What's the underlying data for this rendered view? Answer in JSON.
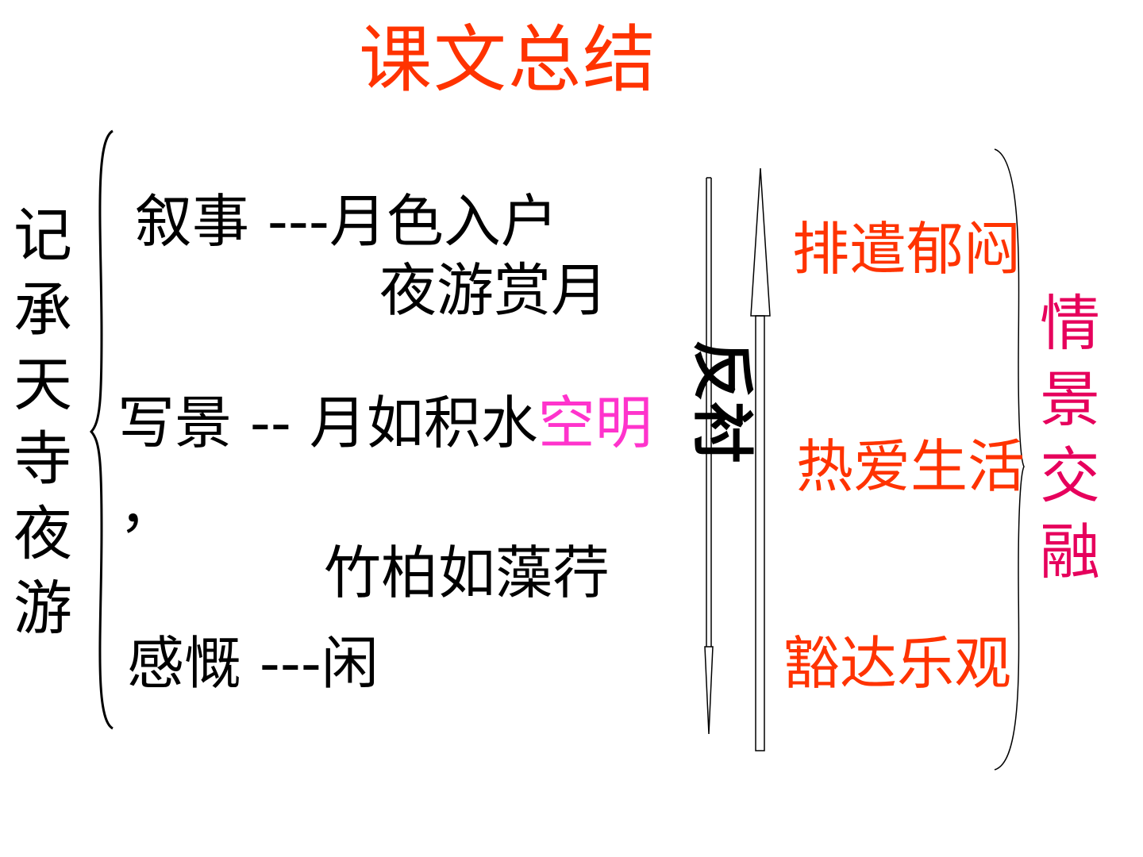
{
  "title": "课文总结",
  "left_vertical": "记承天寺夜游",
  "rows": {
    "narrate_line1": "叙事 ---月色入户",
    "narrate_line2": "夜游赏月",
    "scene_label": "写景 -- 月如积水",
    "scene_highlight": "空明",
    "scene_comma": "，",
    "scene_line2": "竹柏如藻荇",
    "feeling": "感慨 ---闲"
  },
  "center_rotated": "反衬",
  "right_items": [
    "排遣郁闷",
    "热爱生活",
    "豁达乐观"
  ],
  "right_vertical": "情景交融",
  "colors": {
    "title": "#ff3300",
    "body": "#000000",
    "highlight": "#ff33cc",
    "right_items": "#ff3300",
    "right_vertical": "#e6005c"
  }
}
